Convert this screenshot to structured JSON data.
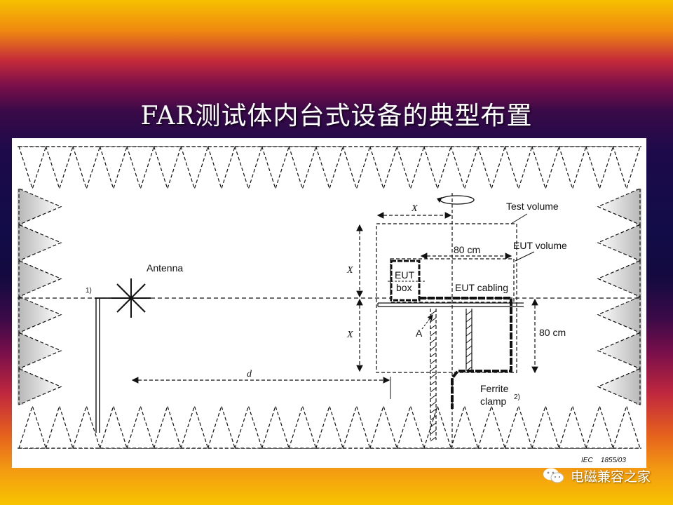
{
  "slide": {
    "title": "FAR测试体内台式设备的典型布置"
  },
  "diagram": {
    "labels": {
      "antenna": "Antenna",
      "note1": "1)",
      "x_top": "X",
      "x_left_upper": "X",
      "x_left_lower": "X",
      "test_volume": "Test volume",
      "eut_volume": "EUT volume",
      "dim_80cm_h": "80 cm",
      "dim_80cm_v": "80 cm",
      "eut_box_line1": "EUT",
      "eut_box_line2": "box",
      "eut_cabling": "EUT cabling",
      "point_a": "A",
      "distance_d": "d",
      "ferrite_line1": "Ferrite",
      "ferrite_line2": "clamp",
      "note2": "2)",
      "iec_ref": "IEC    1855/03"
    }
  },
  "watermark": {
    "icon": "wechat-icon",
    "text": "电磁兼容之家"
  }
}
